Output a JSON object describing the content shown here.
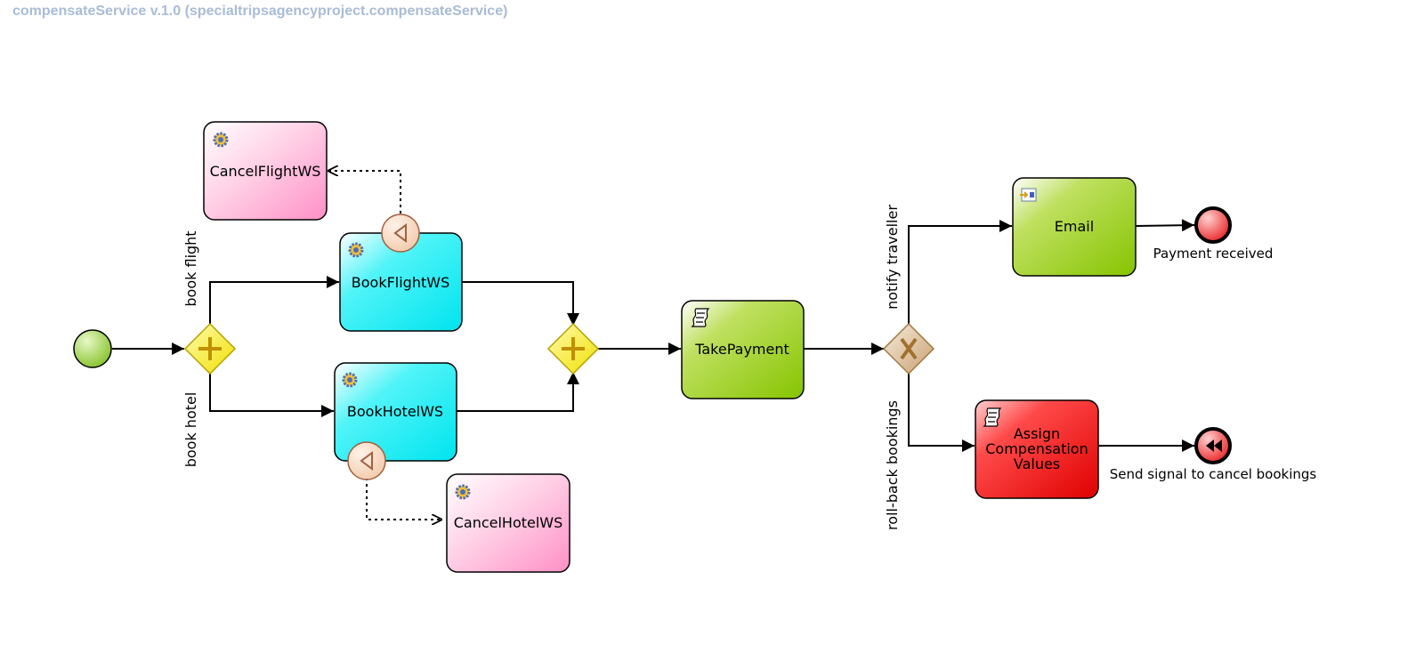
{
  "title": "compensateService v.1.0 (specialtripsagencyproject.compensateService)",
  "tasks": {
    "cancel_flight": "CancelFlightWS",
    "book_flight": "BookFlightWS",
    "book_hotel": "BookHotelWS",
    "cancel_hotel": "CancelHotelWS",
    "take_payment": "TakePayment",
    "email": "Email",
    "assign_comp": [
      "Assign",
      "Compensation",
      "Values"
    ]
  },
  "flow_labels": {
    "book_flight": "book flight",
    "book_hotel": "book hotel",
    "notify_traveller": "notify traveller",
    "rollback": "roll-back bookings"
  },
  "events": {
    "payment_received": "Payment received",
    "send_signal": "Send signal to cancel bookings"
  },
  "colors": {
    "service_task": "#00e8f0",
    "compensation_task": "#ff9ccc",
    "script_task": "#8ec800",
    "error_task": "#ec1010",
    "gateway": "#f2e600",
    "xor_gateway": "#c8a070",
    "start_event": "#90cc30",
    "end_event": "#ee2020"
  },
  "icons": [
    "gear-icon",
    "script-icon",
    "send-message-icon",
    "compensation-boundary-icon",
    "parallel-gateway-icon",
    "exclusive-gateway-icon",
    "rewind-icon"
  ]
}
